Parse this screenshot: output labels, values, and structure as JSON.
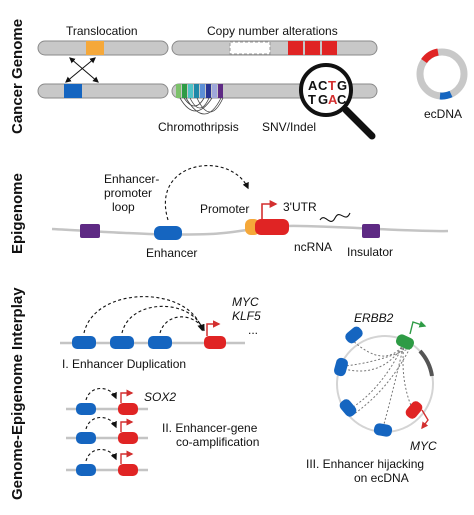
{
  "sections": {
    "cancer_genome": "Cancer Genome",
    "epigenome": "Epigenome",
    "interplay": "Genome-Epigenome Interplay"
  },
  "cancer_genome": {
    "translocation": "Translocation",
    "copy_number": "Copy number alterations",
    "chromothripsis": "Chromothripsis",
    "snv": "SNV/Indel",
    "ecdna": "ecDNA",
    "seq_top": [
      "A",
      "C",
      "T",
      "G"
    ],
    "seq_bottom": [
      "T",
      "G",
      "A",
      "C"
    ]
  },
  "epigenome": {
    "loop_label_1": "Enhancer-",
    "loop_label_2": "promoter",
    "loop_label_3": "loop",
    "promoter": "Promoter",
    "utr": "3'UTR",
    "enhancer": "Enhancer",
    "ncrna": "ncRNA",
    "insulator": "Insulator"
  },
  "interplay": {
    "myc_top": "MYC",
    "klf5": "KLF5",
    "ellipsis": "...",
    "dup_label": "I. Enhancer Duplication",
    "sox2": "SOX2",
    "coamp_1": "II. Enhancer-gene",
    "coamp_2": "co-amplification",
    "erbb2": "ERBB2",
    "myc_ring": "MYC",
    "hijack_1": "III. Enhancer hijacking",
    "hijack_2": "on ecDNA"
  },
  "colors": {
    "enhancer_blue": "#1565c0",
    "promoter_red": "#d32f2f",
    "insulator_purple": "#5e2a84",
    "translocation_orange": "#f5a83a",
    "erbb2_green": "#2e9b45",
    "chromosome_gray": "#c8c8c8"
  }
}
